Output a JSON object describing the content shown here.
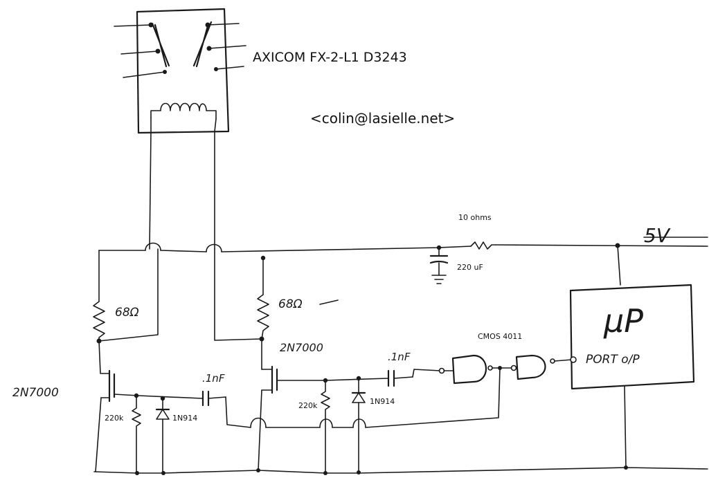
{
  "header": {
    "relay_part": "AXICOM  FX-2-L1 D3243",
    "contact_email": "<colin@lasielle.net>"
  },
  "labels": {
    "resistor_series": "10 ohms",
    "capacitor_supply": "220 uF",
    "supply_voltage": "5V",
    "gate_ic": "CMOS 4011",
    "microprocessor": "µP",
    "port_output": "PORT o/P",
    "mosfet_left": "2N7000",
    "mosfet_right": "2N7000",
    "resistor_left": "68Ω",
    "resistor_right": "68Ω",
    "cap_left": ".1nF",
    "cap_right": ".1nF",
    "pulldown_left": "220k",
    "pulldown_right": "220k",
    "diode_left": "1N914",
    "diode_right": "1N914"
  }
}
